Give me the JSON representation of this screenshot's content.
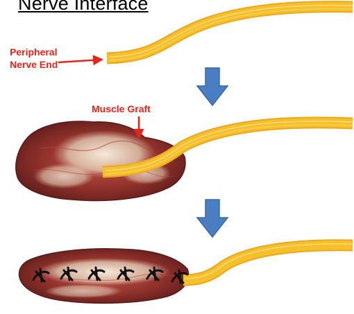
{
  "diagram": {
    "title": "Nerve Interface",
    "labels": {
      "peripheral_nerve_end_line1": "Peripheral",
      "peripheral_nerve_end_line2": "Nerve End",
      "muscle_graft": "Muscle Graft"
    },
    "colors": {
      "nerve_fill": "#f6c02c",
      "nerve_edge": "#e9a91a",
      "nerve_fiber": "#fbe08a",
      "label_red": "#e8241a",
      "step_arrow_blue": "#4a7ec3",
      "step_arrow_outline": "#3a66a6",
      "muscle_base": "#7e2a26",
      "muscle_dark": "#4d1715",
      "fat_white": "#efe6d2",
      "suture_black": "#111111"
    },
    "steps": [
      {
        "name": "nerve-end",
        "shows_graft": false,
        "sutures": 0
      },
      {
        "name": "nerve-in-graft",
        "shows_graft": true,
        "sutures": 0
      },
      {
        "name": "graft-sutured",
        "shows_graft": true,
        "sutures": 6
      }
    ],
    "icons": [
      "down-arrow-icon",
      "suture-icon"
    ]
  }
}
